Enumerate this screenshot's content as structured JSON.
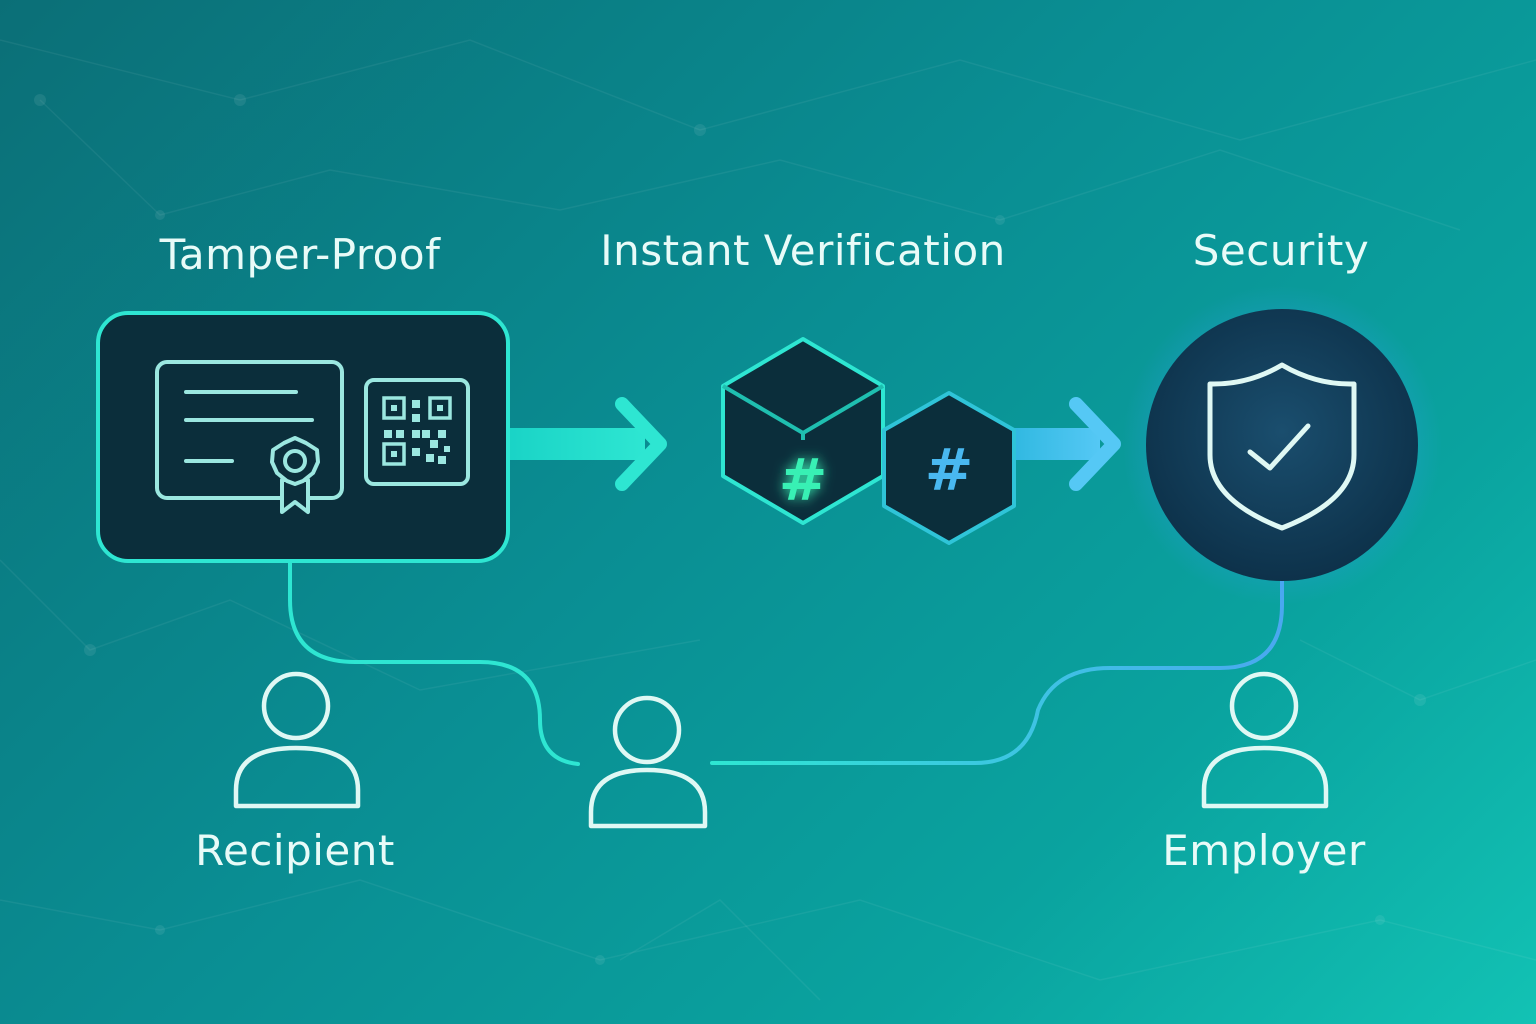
{
  "features": {
    "tamper_proof": "Tamper-Proof",
    "instant_verification": "Instant Verification",
    "security": "Security"
  },
  "roles": {
    "recipient": "Recipient",
    "employer": "Employer"
  },
  "blocks": {
    "block_a_symbol": "#",
    "block_b_symbol": "#"
  },
  "colors": {
    "bg_start": "#0b6f77",
    "bg_end": "#12c2b4",
    "panel": "#0b2e3b",
    "accent_teal": "#2ee6d2",
    "accent_blue": "#49b8f0",
    "hash_green": "#39f0b4",
    "outline": "#dff8f4"
  },
  "icons": [
    "certificate-icon",
    "ribbon-icon",
    "qr-code-icon",
    "blockchain-block-icon",
    "shield-check-icon",
    "person-icon"
  ]
}
